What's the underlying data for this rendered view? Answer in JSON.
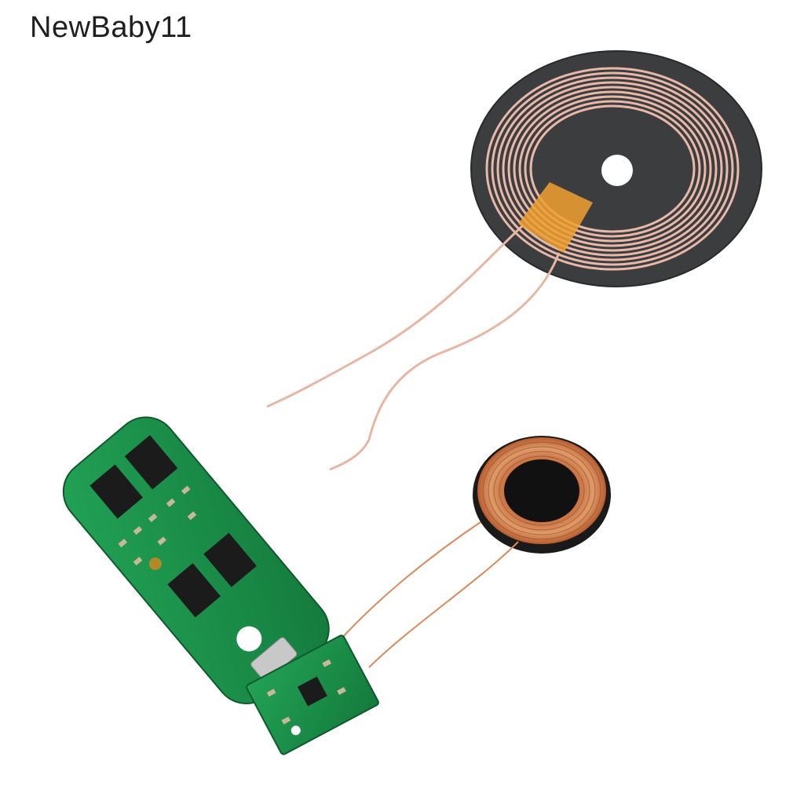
{
  "watermark": {
    "text": "NewBaby11"
  },
  "product": {
    "items": [
      "large-transmitter-coil",
      "transmitter-pcb",
      "small-receiver-coil",
      "receiver-pcb"
    ]
  },
  "colors": {
    "background": "#ffffff",
    "pcb_green": "#1c8c48",
    "copper_wire": "#d98a5c",
    "coil_pad": "#3a3a3a",
    "kapton_tape": "#f0a030"
  }
}
